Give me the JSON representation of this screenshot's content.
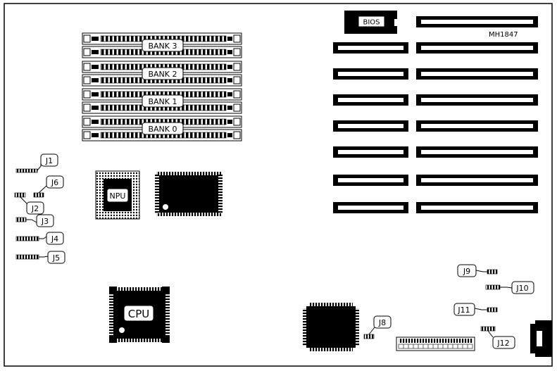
{
  "diagram": {
    "model_code": "MH1847",
    "chips": {
      "bios": "BIOS",
      "npu": "NPU",
      "cpu": "CPU"
    },
    "memory_banks": [
      "BANK 3",
      "BANK 2",
      "BANK 1",
      "BANK 0"
    ],
    "jumpers": {
      "j1": "J1",
      "j2": "J2",
      "j3": "J3",
      "j4": "J4",
      "j5": "J5",
      "j6": "J6",
      "j8": "J8",
      "j9": "J9",
      "j10": "J10",
      "j11": "J11",
      "j12": "J12"
    }
  }
}
